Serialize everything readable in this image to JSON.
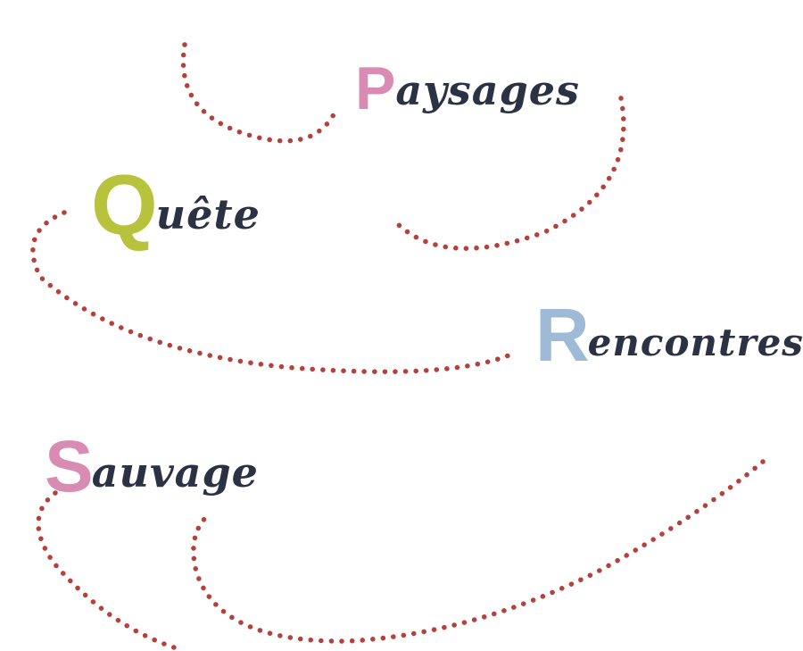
{
  "colors": {
    "dots": "#b5413c",
    "text": "#2b3244",
    "pink": "#d98cb3",
    "olive": "#b7c23d",
    "blue": "#9fbad6"
  },
  "words": [
    {
      "id": "paysages",
      "initial": "P",
      "rest": "aysages",
      "initial_color": "#d98cb3"
    },
    {
      "id": "quete",
      "initial": "Q",
      "rest": "uête",
      "initial_color": "#b7c23d"
    },
    {
      "id": "rencontres",
      "initial": "R",
      "rest": "encontres",
      "initial_color": "#9fbad6"
    },
    {
      "id": "sauvage",
      "initial": "S",
      "rest": "auvage",
      "initial_color": "#d98cb3"
    }
  ]
}
